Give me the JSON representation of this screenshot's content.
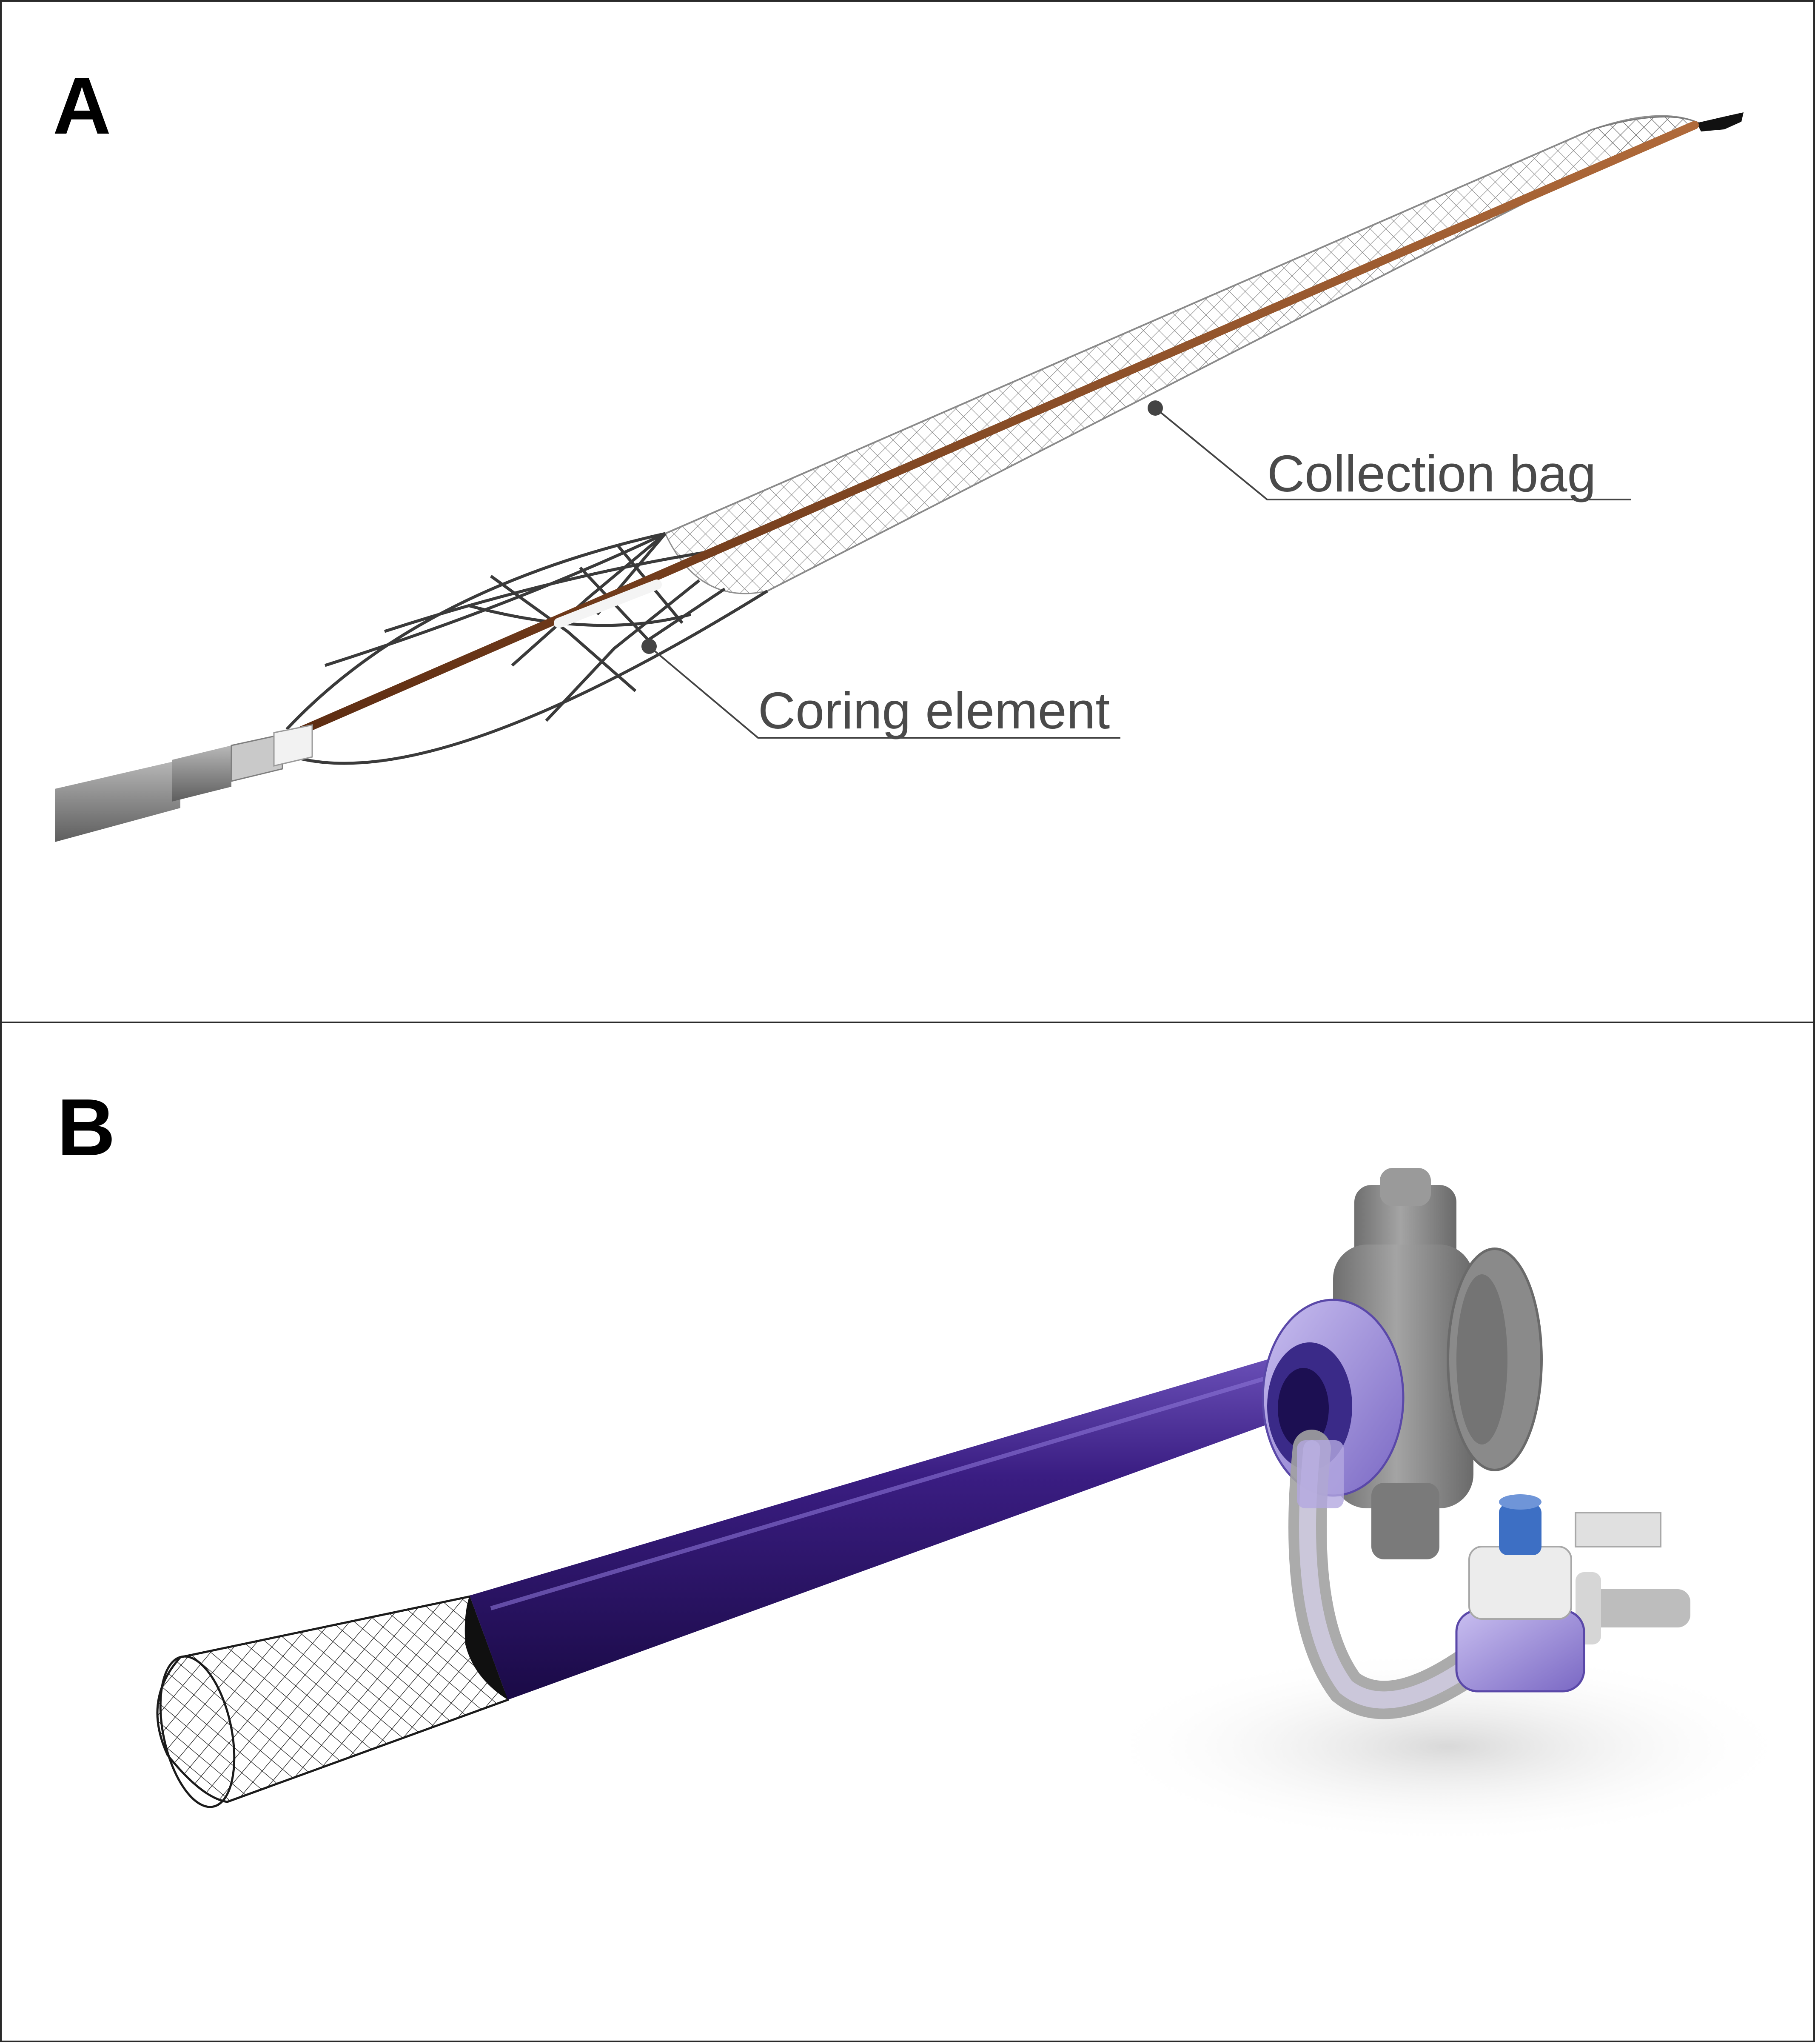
{
  "panel_a": {
    "letter": "A",
    "callouts": {
      "collection_bag": "Collection bag",
      "coring_element": "Coring element"
    }
  },
  "panel_b": {
    "letter": "B"
  },
  "colors": {
    "mesh": "#6f6f6f",
    "core_wire": "#8a4a24",
    "catheter": "#888888",
    "sheath_purple": "#2e1466",
    "valve_grey": "#8f8f8f",
    "connector_lilac": "#a79ad6",
    "stopcock_blue": "#3d6fc4",
    "callout_text": "#4a4a4a"
  }
}
